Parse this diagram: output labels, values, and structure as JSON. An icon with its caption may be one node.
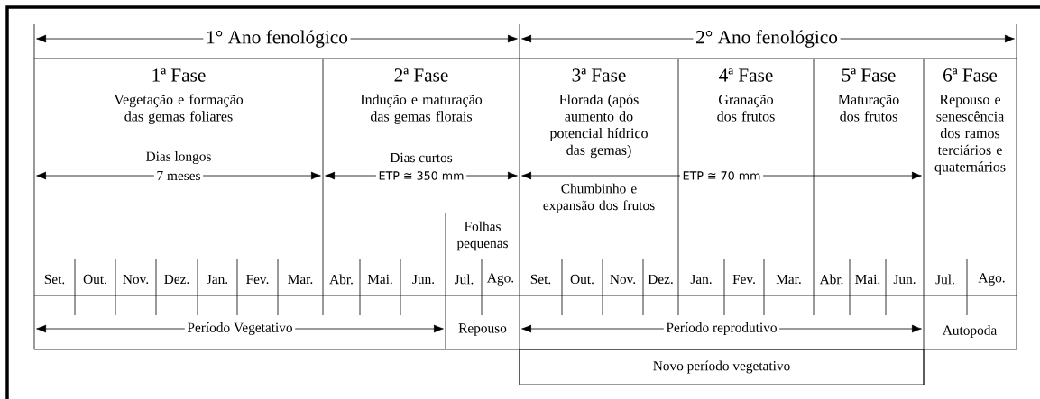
{
  "diagram": {
    "nodes": [
      {
        "text": [
          "1ª Fase",
          "Vegetação e formação das gemas foliares"
        ]
      },
      {
        "text": [
          "2ª Fase",
          "Indução e maturação das gemas florais"
        ]
      },
      {
        "text": [
          "3ª Fase",
          "Florada (após aumento do potencial hídrico das gemas)"
        ]
      },
      {
        "text": [
          "4ª Fase",
          "Granação dos frutos"
        ]
      },
      {
        "text": [
          "5ª Fase",
          "Maturação dos frutos"
        ]
      },
      {
        "text": [
          "6ª Fase",
          "Repouso e senescência dos ramos terciários e quaternários"
        ]
      },
      {
        "text": [
          "Novo período vegetativo"
        ]
      }
    ],
    "labels": [
      "1° Ano fenológico",
      "2° Ano fenológico",
      "Dias longos",
      "7 meses",
      "Dias curtos",
      "ETP ≅ 350 mm",
      "ETP ≅ 70 mm",
      "Chumbinho e expansão dos frutos",
      "Folhas pequenas",
      "Set.",
      "Out.",
      "Nov.",
      "Dez.",
      "Jan.",
      "Fev.",
      "Mar.",
      "Abr.",
      "Mai.",
      "Jun.",
      "Jul.",
      "Ago.",
      "Set.",
      "Out.",
      "Nov.",
      "Dez.",
      "Jan.",
      "Fev.",
      "Mar.",
      "Abr.",
      "Mai.",
      "Jun.",
      "Jul.",
      "Ago.",
      "Período Vegetativo",
      "Repouso",
      "Período reprodutivo",
      "Autopoda"
    ]
  }
}
